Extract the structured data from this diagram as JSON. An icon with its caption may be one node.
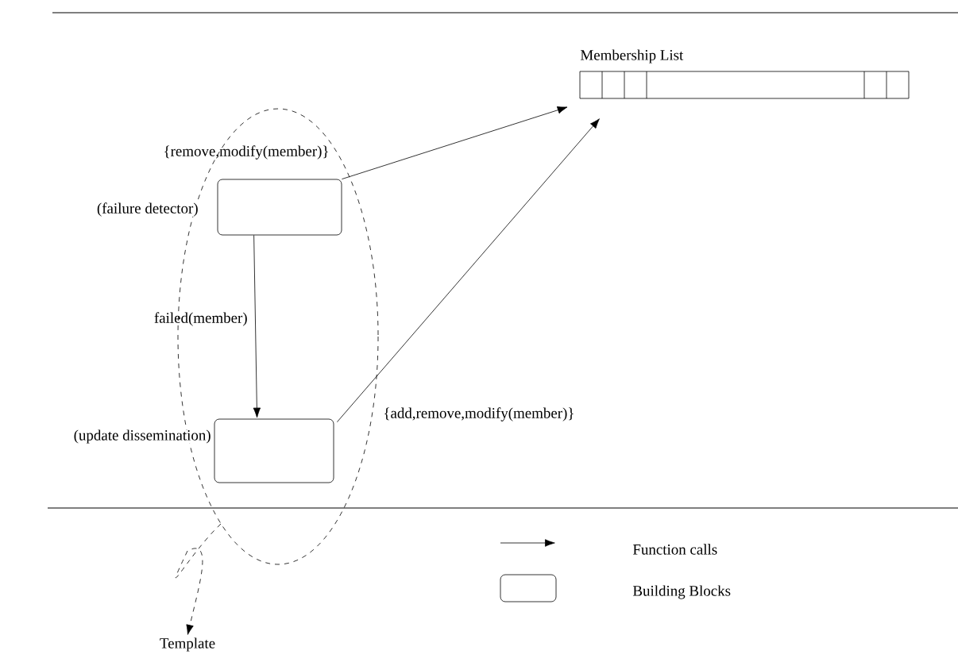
{
  "diagram": {
    "nodes": [
      {
        "text": [
          "(failure detector)"
        ]
      },
      {
        "text": [
          "(update dissemination)"
        ]
      },
      {
        "text": [
          "Membership List"
        ]
      },
      {
        "text": [
          "Template"
        ]
      }
    ],
    "edges": [
      {
        "from": 0,
        "to": 2,
        "arrow": "to",
        "label": "{remove,modify(member)}"
      },
      {
        "from": 0,
        "to": 1,
        "arrow": "to",
        "label": "failed(member)"
      },
      {
        "from": 1,
        "to": 2,
        "arrow": "to",
        "label": "{add,remove,modify(member)}"
      },
      {
        "from": null,
        "to": 3,
        "arrow": "to",
        "style": "dashed"
      }
    ],
    "legend": [
      {
        "text": "Function calls"
      },
      {
        "text": "Building Blocks"
      }
    ]
  }
}
